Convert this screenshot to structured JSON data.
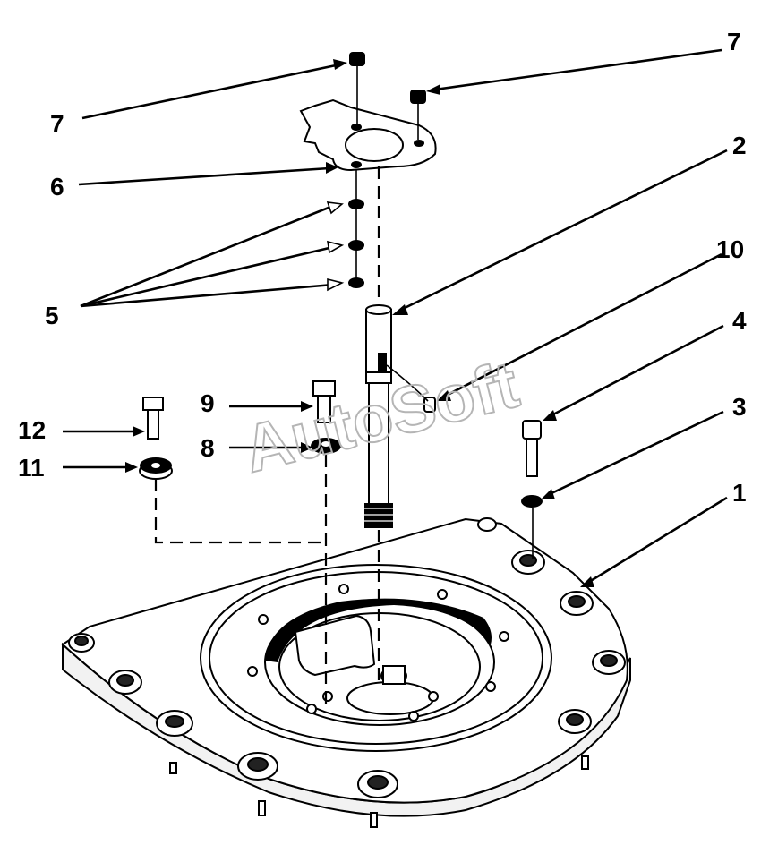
{
  "watermark": "AutoSoft",
  "callouts": {
    "c1": "1",
    "c2": "2",
    "c3": "3",
    "c4": "4",
    "c5": "5",
    "c6": "6",
    "c7_left": "7",
    "c7_right": "7",
    "c8": "8",
    "c9": "9",
    "c10": "10",
    "c11": "11",
    "c12": "12"
  }
}
